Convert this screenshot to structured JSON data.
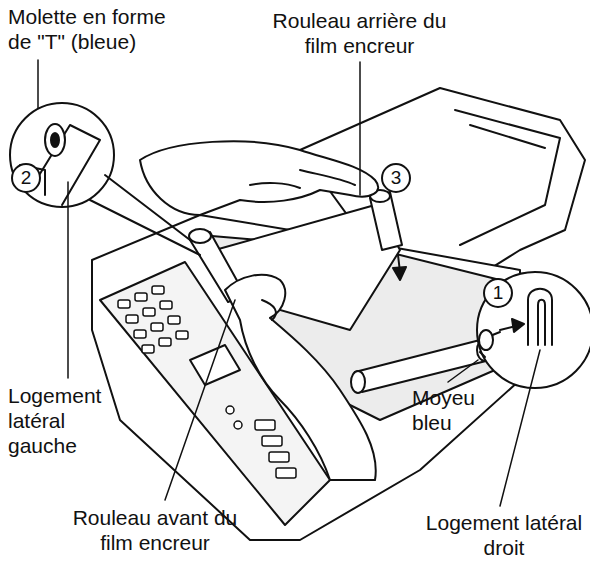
{
  "diagram": {
    "labels": [
      "Molette en forme de \"T\" (bleue)",
      "Rouleau arrière du film encreur",
      "2",
      "3",
      "1",
      "Logement latéral gauche",
      "Moyeu bleu",
      "Rouleau avant du film encreur",
      "Logement latéral droit"
    ]
  }
}
